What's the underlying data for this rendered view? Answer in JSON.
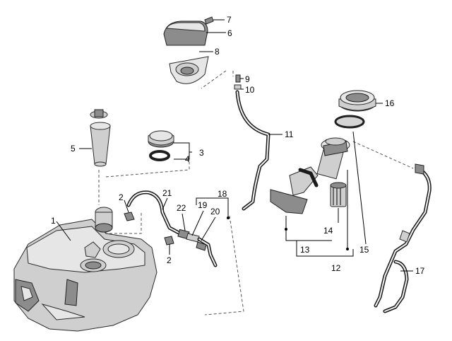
{
  "callouts": [
    "1",
    "2",
    "2",
    "3",
    "4",
    "5",
    "6",
    "7",
    "8",
    "9",
    "10",
    "11",
    "12",
    "13",
    "14",
    "15",
    "16",
    "17",
    "18",
    "19",
    "20",
    "21",
    "22"
  ]
}
